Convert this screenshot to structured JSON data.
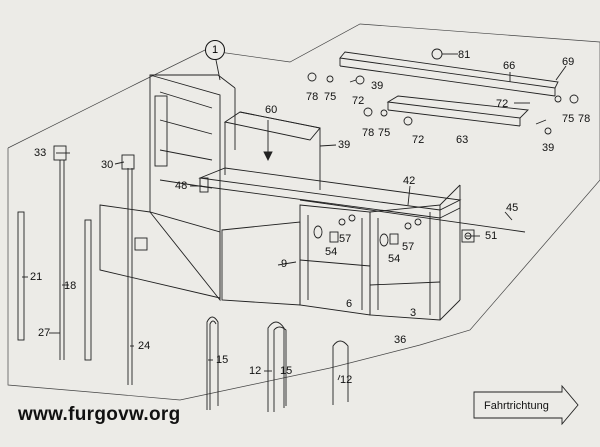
{
  "assembly_number": "1",
  "watermark": "www.furgovw.org",
  "direction_label": "Fahrtrichtung",
  "parts": [
    {
      "id": "p81",
      "text": "81"
    },
    {
      "id": "p66",
      "text": "66"
    },
    {
      "id": "p69",
      "text": "69"
    },
    {
      "id": "p78a",
      "text": "78"
    },
    {
      "id": "p75a",
      "text": "75"
    },
    {
      "id": "p72a",
      "text": "72"
    },
    {
      "id": "p39a",
      "text": "39"
    },
    {
      "id": "p72b",
      "text": "72"
    },
    {
      "id": "p60",
      "text": "60"
    },
    {
      "id": "p78b",
      "text": "78"
    },
    {
      "id": "p75b",
      "text": "75"
    },
    {
      "id": "p72c",
      "text": "72"
    },
    {
      "id": "p75c",
      "text": "75"
    },
    {
      "id": "p78c",
      "text": "78"
    },
    {
      "id": "p63",
      "text": "63"
    },
    {
      "id": "p39b",
      "text": "39"
    },
    {
      "id": "p39c",
      "text": "39"
    },
    {
      "id": "p33",
      "text": "33"
    },
    {
      "id": "p30",
      "text": "30"
    },
    {
      "id": "p48",
      "text": "48"
    },
    {
      "id": "p42",
      "text": "42"
    },
    {
      "id": "p45",
      "text": "45"
    },
    {
      "id": "p51",
      "text": "51"
    },
    {
      "id": "p57a",
      "text": "57"
    },
    {
      "id": "p57b",
      "text": "57"
    },
    {
      "id": "p54a",
      "text": "54"
    },
    {
      "id": "p54b",
      "text": "54"
    },
    {
      "id": "p9",
      "text": "9"
    },
    {
      "id": "p21",
      "text": "21"
    },
    {
      "id": "p18",
      "text": "18"
    },
    {
      "id": "p27",
      "text": "27"
    },
    {
      "id": "p24",
      "text": "24"
    },
    {
      "id": "p6",
      "text": "6"
    },
    {
      "id": "p3",
      "text": "3"
    },
    {
      "id": "p36",
      "text": "36"
    },
    {
      "id": "p15a",
      "text": "15"
    },
    {
      "id": "p12a",
      "text": "12"
    },
    {
      "id": "p15b",
      "text": "15"
    },
    {
      "id": "p12b",
      "text": "12"
    }
  ]
}
